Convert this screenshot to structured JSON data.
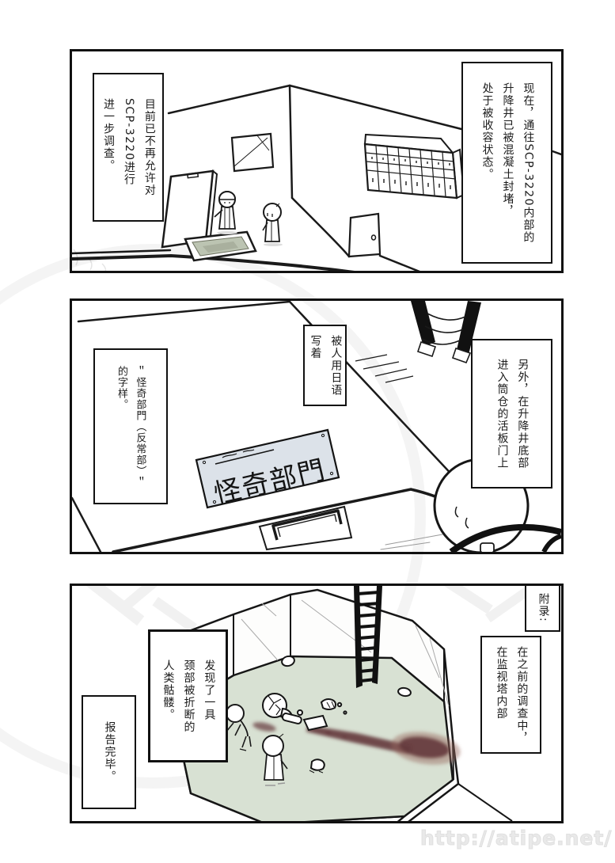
{
  "page": {
    "watermark_url": "http://atipe.net/"
  },
  "colors": {
    "ink": "#1a1a1a",
    "silo_floor": "#d8e1d3",
    "concrete_fill": "#bcc4b2",
    "concrete_dark": "#a9b09e",
    "plaque": "#dce2e9",
    "blood_dark": "#64393c",
    "blood_light": "#96635c",
    "watermark": "#e9e9e9"
  },
  "panel1": {
    "caption_right": "现在，通往SCP-3220内部的\n升降井已被混凝土封堵，\n处于被收容状态。",
    "caption_left": "目前已不再允许对\nSCP-3220进行\n进一步调查。"
  },
  "panel2": {
    "caption_right": "另外，在升降井底部\n进入筒仓的活板门上",
    "caption_middle": "被人用日语\n写着",
    "caption_left": "＂怪奇部門（反常部）＂\n的字样。",
    "sign_text": "怪奇部門"
  },
  "panel3": {
    "caption_appendix": "附录:",
    "caption_right": "在之前的调查中，\n在监视塔内部",
    "caption_middle": "发现了一具\n颈部被折断的\n人类骷髅。",
    "caption_left": "报告完毕。"
  }
}
